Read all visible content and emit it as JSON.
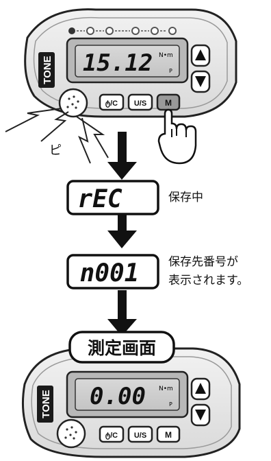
{
  "device_top": {
    "brand": "TONE",
    "reading": "15.12",
    "unit": "N•m",
    "mode_letter": "P",
    "buttons": {
      "power": "ტ/C",
      "unit": "U/S",
      "memory": "M"
    },
    "beep": "ピ"
  },
  "step_rec": {
    "display": "rEC",
    "caption": "保存中"
  },
  "step_no": {
    "display": "n001",
    "caption_line1": "保存先番号が",
    "caption_line2": "表示されます。"
  },
  "device_bottom": {
    "banner": "測定画面",
    "brand": "TONE",
    "reading": "0.00",
    "unit": "N•m",
    "mode_letter": "P",
    "buttons": {
      "power": "ტ/C",
      "unit": "U/S",
      "memory": "M"
    }
  }
}
